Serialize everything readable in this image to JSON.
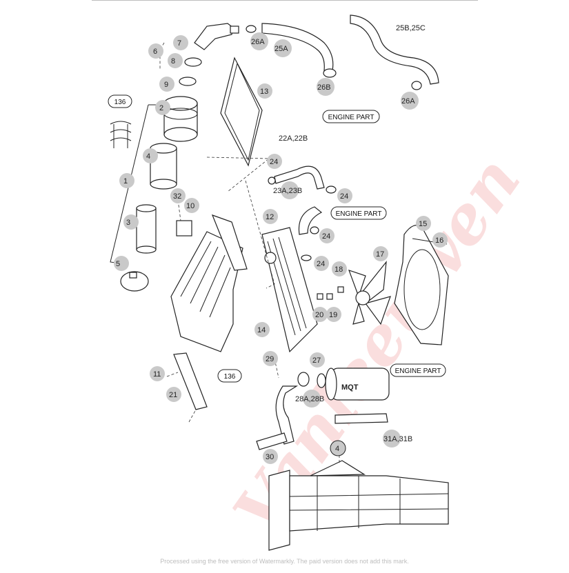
{
  "watermark": {
    "text": "Vanleeuwen",
    "color": "#e23a3a"
  },
  "footer_text": "Processed using the free version of Watermarkly. The paid version does not add this mark.",
  "boxed_labels": {
    "engine_part_1": "ENGINE PART",
    "engine_part_2": "ENGINE PART",
    "engine_part_3": "ENGINE PART",
    "ref_136_top": "136",
    "ref_136_bottom": "136"
  },
  "callouts": {
    "c_6": "6",
    "c_7": "7",
    "c_8": "8",
    "c_9": "9",
    "c_2": "2",
    "c_4": "4",
    "c_1": "1",
    "c_3": "3",
    "c_5": "5",
    "c_26A_top": "26A",
    "c_25A": "25A",
    "c_26B": "26B",
    "c_25B25C": "25B,25C",
    "c_26A_right": "26A",
    "c_13": "13",
    "c_22A22B": "22A,22B",
    "c_24_a": "24",
    "c_23A23B": "23A,23B",
    "c_24_b": "24",
    "c_24_c": "24",
    "c_24_d": "24",
    "c_12": "12",
    "c_32": "32",
    "c_10": "10",
    "c_15": "15",
    "c_16": "16",
    "c_17": "17",
    "c_18": "18",
    "c_20": "20",
    "c_19": "19",
    "c_14": "14",
    "c_29": "29",
    "c_27": "27",
    "c_28A28B": "28A,28B",
    "c_31A31B": "31A,31B",
    "c_30": "30",
    "c_4_bottom": "4",
    "c_11": "11",
    "c_21": "21"
  },
  "muffler_stamp": "MQT"
}
